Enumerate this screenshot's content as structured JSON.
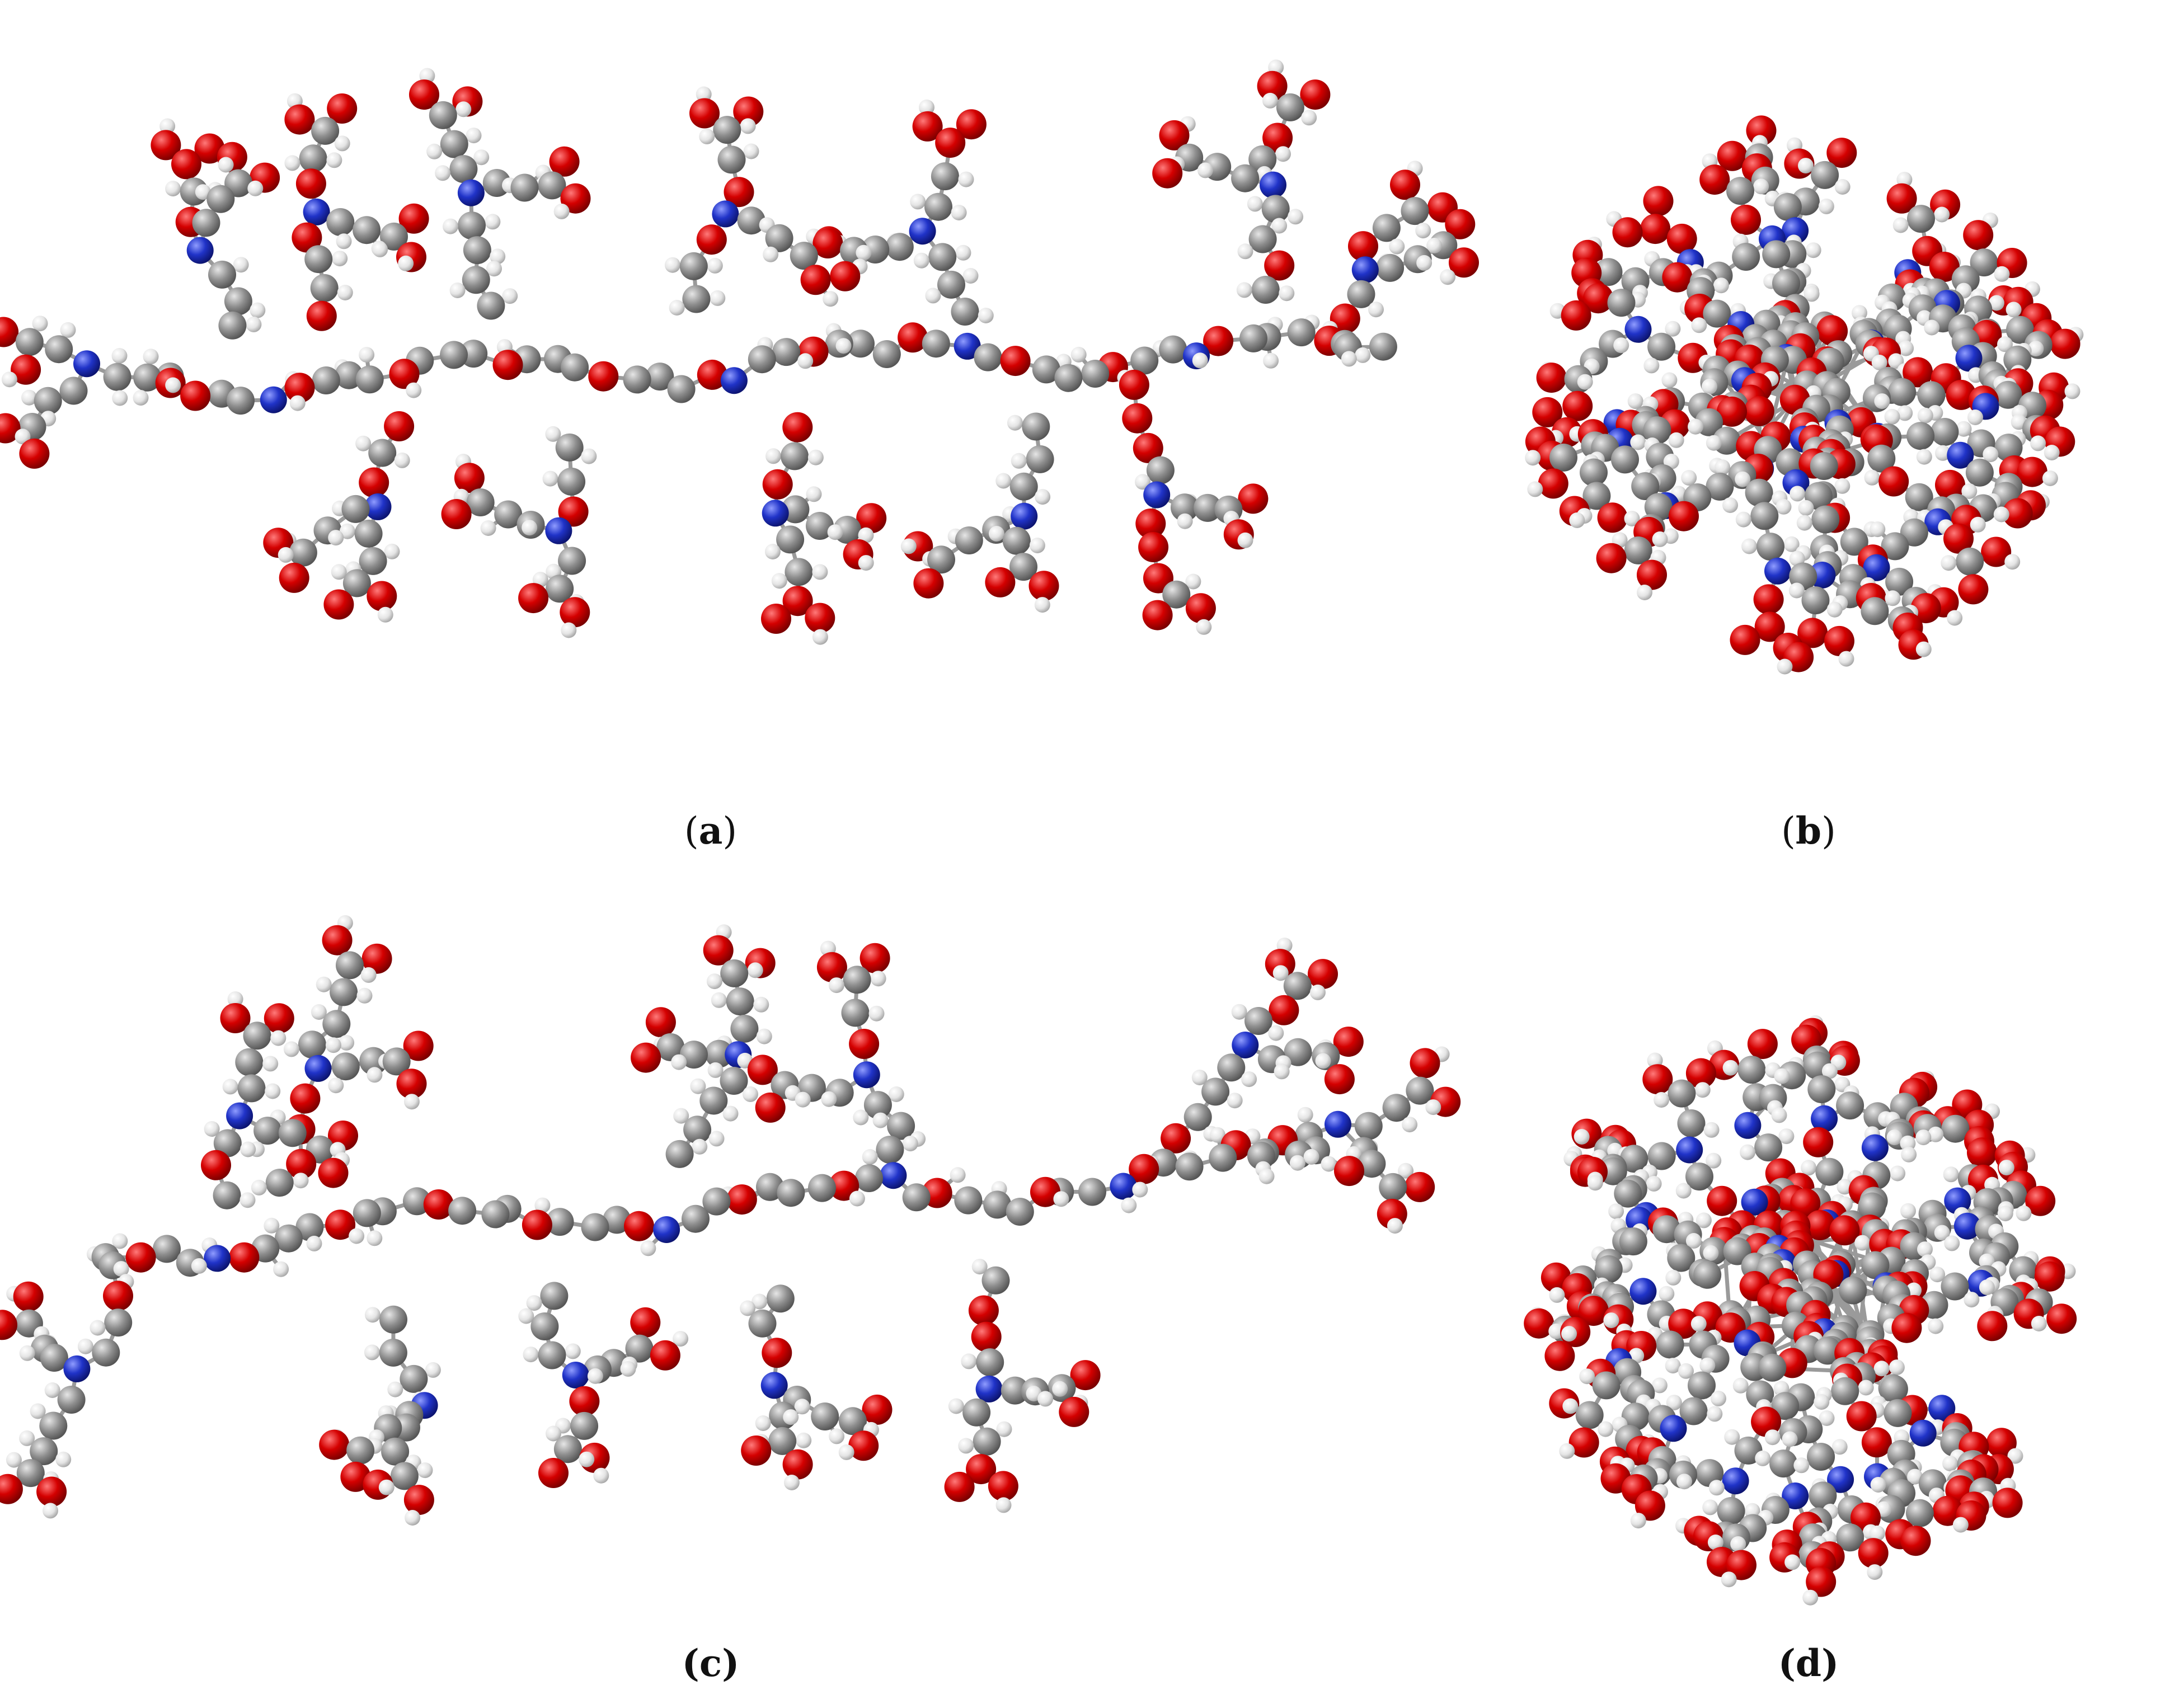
{
  "colors": {
    "carbon": "#8c8c8c",
    "oxygen": "#d00000",
    "nitrogen": "#1f2fc4",
    "hydrogen": "#f2f2f2",
    "bond": "#9a9a9a",
    "background": "#ffffff"
  },
  "panels": [
    {
      "id": "a",
      "label": "(a)",
      "letter": "a",
      "open": "(",
      "close": ")"
    },
    {
      "id": "b",
      "label": "(b)",
      "letter": "b",
      "open": "(",
      "close": ")"
    },
    {
      "id": "c",
      "label": "(c)",
      "letter": "c",
      "open": "(",
      "close": ")"
    },
    {
      "id": "d",
      "label": "(d)",
      "letter": "d",
      "open": "(",
      "close": ")"
    }
  ]
}
